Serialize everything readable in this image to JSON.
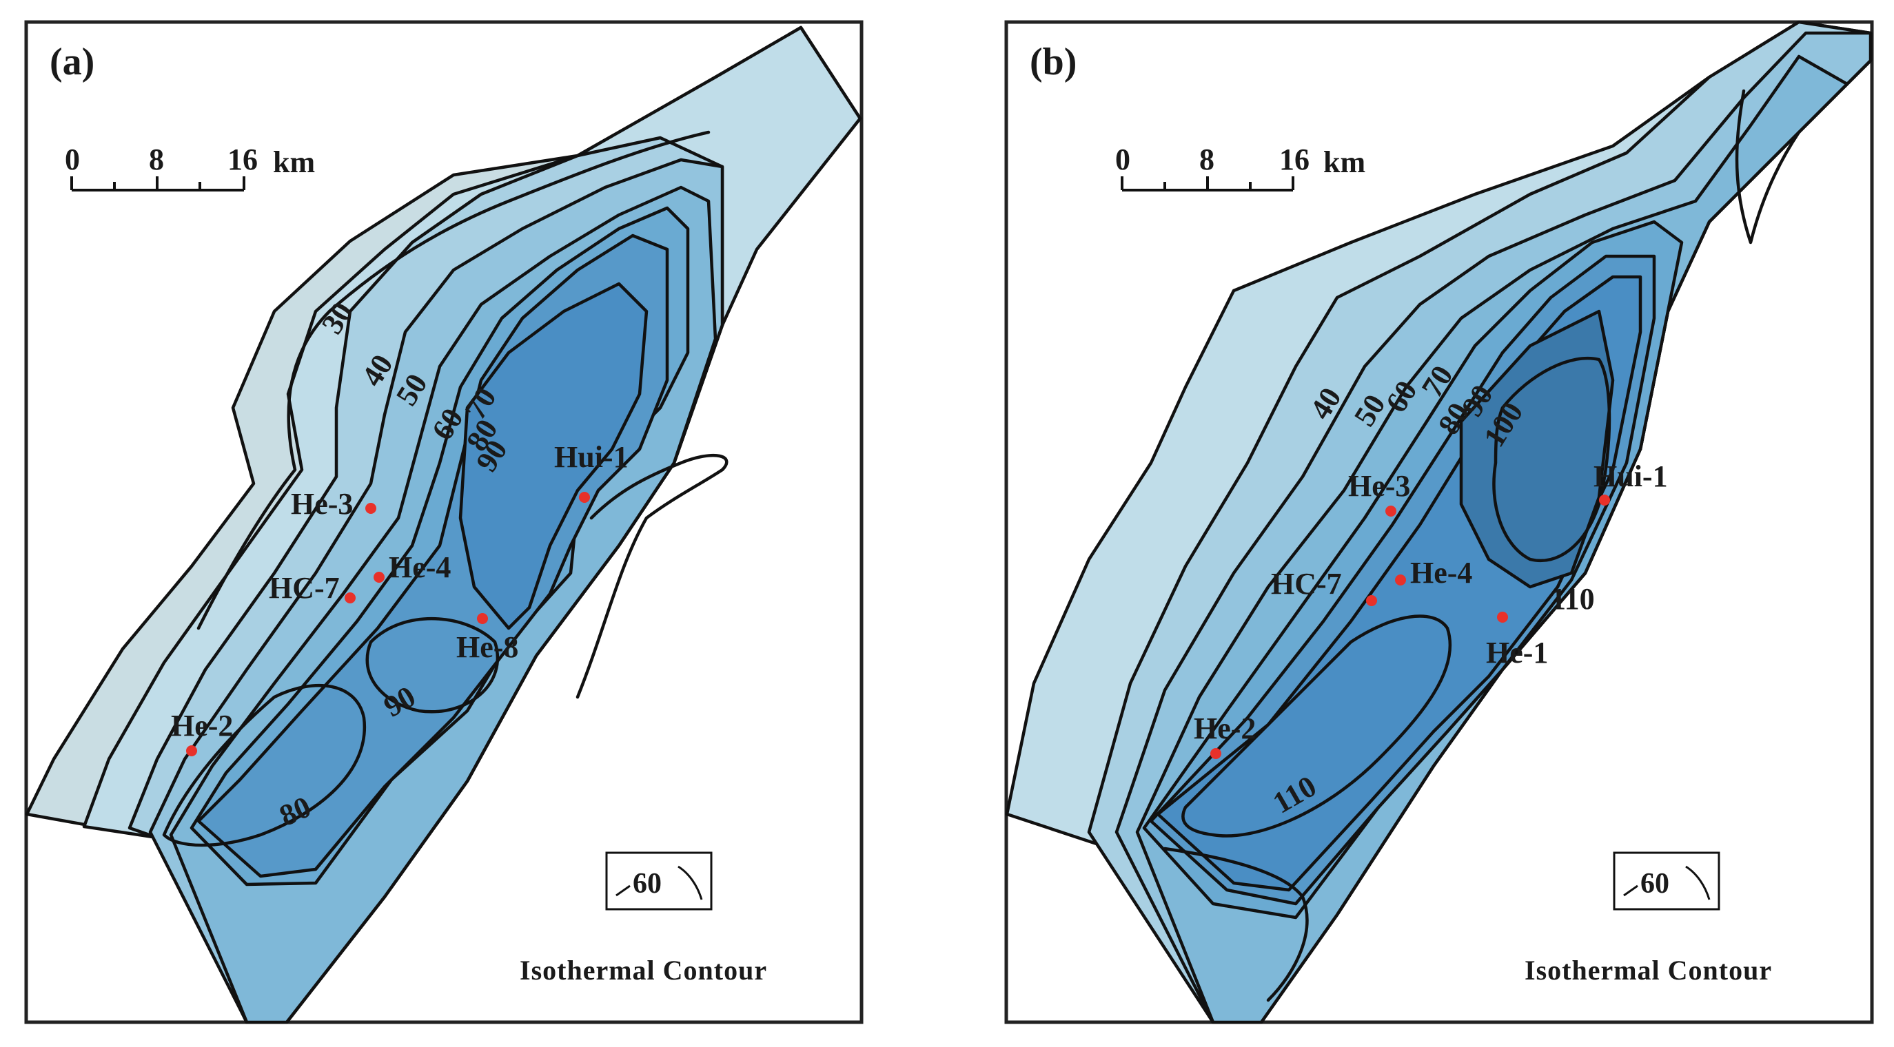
{
  "figure": {
    "panels": [
      {
        "label": "(a)",
        "scale_bar": {
          "ticks": [
            "0",
            "8",
            "16"
          ],
          "unit": "km"
        },
        "wells": [
          "He-3",
          "HC-7",
          "He-4",
          "Hui-1",
          "He-8",
          "He-2"
        ],
        "contour_labels": [
          "30",
          "40",
          "50",
          "60",
          "70",
          "80",
          "90",
          "90",
          "80"
        ],
        "legend": {
          "value": "60",
          "caption": "Isothermal Contour"
        }
      },
      {
        "label": "(b)",
        "scale_bar": {
          "ticks": [
            "0",
            "8",
            "16"
          ],
          "unit": "km"
        },
        "wells": [
          "He-3",
          "HC-7",
          "He-4",
          "Hui-1",
          "He-1",
          "He-2"
        ],
        "contour_labels": [
          "40",
          "50",
          "60",
          "70",
          "80",
          "90",
          "100",
          "110",
          "110"
        ],
        "legend": {
          "value": "60",
          "caption": "Isothermal Contour"
        }
      }
    ],
    "colors": {
      "level_20": "#c9dde3",
      "level_30": "#c0dde9",
      "level_40": "#a9d0e3",
      "level_50": "#93c4de",
      "level_60": "#7fb8d8",
      "level_70": "#6aaad2",
      "level_80": "#5799c9",
      "level_90": "#4a8ec4",
      "level_100": "#3f83c0",
      "level_110": "#3b79aa",
      "level_120": "#36699a",
      "well_marker": "#e8312a"
    }
  }
}
